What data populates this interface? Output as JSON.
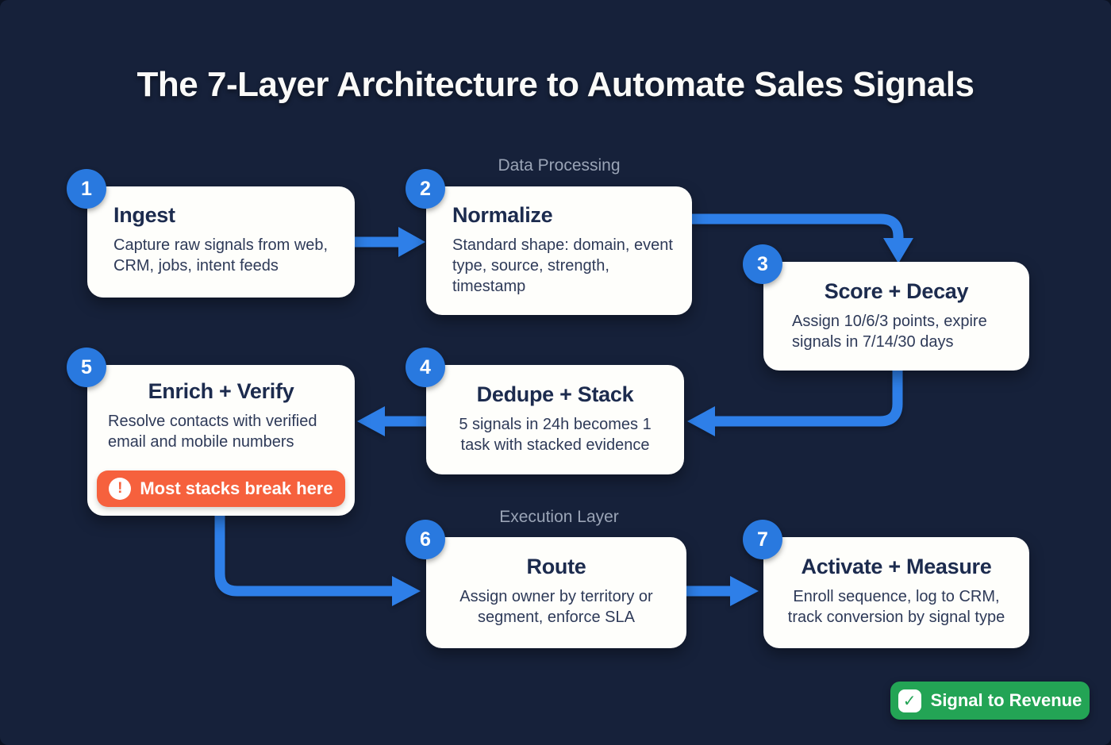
{
  "title": "The 7-Layer Architecture to Automate Sales Signals",
  "section_labels": {
    "data_processing": "Data Processing",
    "execution_layer": "Execution Layer"
  },
  "steps": [
    {
      "number": "1",
      "title": "Ingest",
      "body": "Capture raw signals from web, CRM, jobs, intent feeds"
    },
    {
      "number": "2",
      "title": "Normalize",
      "body": "Standard shape: domain, event type, source, strength, timestamp"
    },
    {
      "number": "3",
      "title": "Score + Decay",
      "body": "Assign 10/6/3 points, expire signals in 7/14/30 days"
    },
    {
      "number": "4",
      "title": "Dedupe + Stack",
      "body": "5 signals in 24h becomes 1 task with stacked evidence"
    },
    {
      "number": "5",
      "title": "Enrich + Verify",
      "body": "Resolve contacts with verified email and mobile numbers",
      "warning": "Most stacks break here"
    },
    {
      "number": "6",
      "title": "Route",
      "body": "Assign owner by territory or segment, enforce SLA"
    },
    {
      "number": "7",
      "title": "Activate + Measure",
      "body": "Enroll sequence, log to CRM, track conversion by signal type"
    }
  ],
  "warning_badge": {
    "icon": "exclamation",
    "label": "Most stacks break here"
  },
  "brand_badge": {
    "icon": "checkmark",
    "icon_glyph": "✓",
    "exclamation_glyph": "!",
    "label": "Signal to Revenue"
  },
  "colors": {
    "background": "#16213A",
    "card": "#FEFEFB",
    "heading_text": "#1C2B4E",
    "body_text": "#2E3A58",
    "accent_blue": "#2979DF",
    "arrow_blue": "#2E7FE8",
    "section_label_gray": "#9AA4B6",
    "warning_orange": "#F6613D",
    "brand_green": "#23A455"
  }
}
